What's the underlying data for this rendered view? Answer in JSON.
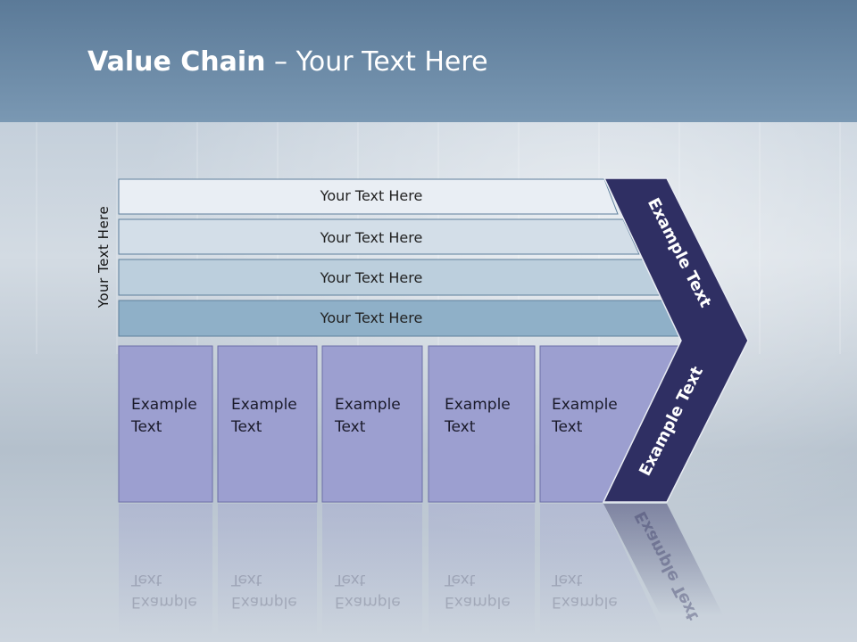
{
  "header": {
    "title_bold": "Value Chain",
    "title_rest": " – Your Text Here"
  },
  "side_label": "Your Text Here",
  "rows": [
    {
      "label": "Your Text Here"
    },
    {
      "label": "Your Text Here"
    },
    {
      "label": "Your Text Here"
    },
    {
      "label": "Your Text Here"
    }
  ],
  "boxes": [
    {
      "line1": "Example",
      "line2": "Text"
    },
    {
      "line1": "Example",
      "line2": "Text"
    },
    {
      "line1": "Example",
      "line2": "Text"
    },
    {
      "line1": "Example",
      "line2": "Text"
    },
    {
      "line1": "Example",
      "line2": "Text"
    }
  ],
  "chevron": {
    "upper_label": "Example Text",
    "lower_label": "Example Text"
  },
  "colors": {
    "header": "#6a89a6",
    "chevron": "#2f2f63",
    "boxes": "#9c9fd0",
    "row_1": "#e9eef4",
    "row_2": "#d3dee8",
    "row_3": "#bccfdd",
    "row_4": "#8fb0c8"
  }
}
